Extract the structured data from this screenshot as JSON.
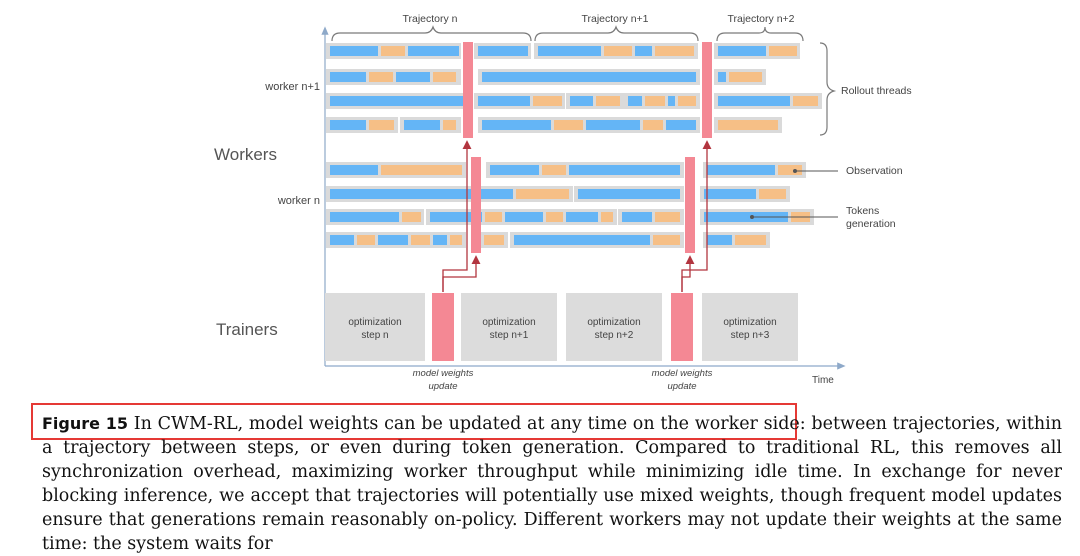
{
  "trajectories": [
    "Trajectory n",
    "Trajectory n+1",
    "Trajectory n+2"
  ],
  "section_labels": {
    "workers": "Workers",
    "trainers": "Trainers"
  },
  "worker_labels": {
    "upper": "worker n+1",
    "lower": "worker n"
  },
  "annotations": {
    "rollout_threads": "Rollout threads",
    "observation": "Observation",
    "tokens_generation": [
      "Tokens",
      "generation"
    ]
  },
  "optimization_steps": [
    [
      "optimization",
      "step n"
    ],
    [
      "optimization",
      "step n+1"
    ],
    [
      "optimization",
      "step n+2"
    ],
    [
      "optimization",
      "step n+3"
    ]
  ],
  "weights_update_label": [
    "model weights",
    "update"
  ],
  "time_label": "Time",
  "colors": {
    "token_generation": "#64b5f6",
    "observation": "#f6bf86",
    "weights_update": "#f48894",
    "thread_background": "#dadada",
    "trainer_step": "#dcdcdc",
    "arrow": "#b2353f",
    "highlight_box": "#e53935"
  },
  "caption": {
    "figure_label": "Figure 15",
    "text": "In CWM-RL, model weights can be updated at any time on the worker side: between trajectories, within a trajectory between steps, or even during token generation. Compared to traditional RL, this removes all synchronization overhead, maximizing worker throughput while minimizing idle time. In exchange for never blocking inference, we accept that trajectories will potentially use mixed weights, though frequent model updates ensure that generations remain reasonably on-policy. Different workers may not update their weights at the same time: the system waits for"
  }
}
